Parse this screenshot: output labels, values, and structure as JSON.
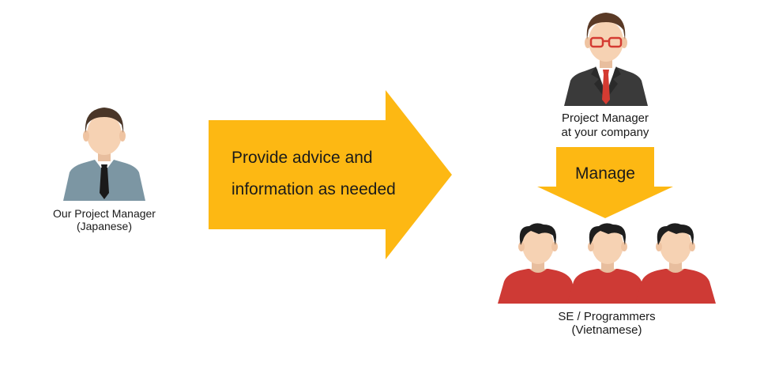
{
  "colors": {
    "arrow": "#FDB813",
    "our_pm_shirt": "#7C96A3",
    "company_pm_suit": "#3A3A3A",
    "programmer_shirt": "#CE3A35",
    "skin": "#F6D2B3",
    "hair": "#4A3628",
    "programmer_hair": "#1E1E1E",
    "tie_company": "#D43B32",
    "glasses": "#D43B32"
  },
  "our_pm": {
    "icon": "businessman-icon",
    "caption_line1": "Our Project Manager",
    "caption_line2": "(Japanese)"
  },
  "main_arrow": {
    "line1": "Provide advice and",
    "line2": "information as needed"
  },
  "company_pm": {
    "icon": "businessman-glasses-icon",
    "caption_line1": "Project Manager",
    "caption_line2": "at your company"
  },
  "manage_arrow": {
    "label": "Manage"
  },
  "programmers": {
    "icon": "developer-icon",
    "count": 3,
    "caption_line1": "SE / Programmers",
    "caption_line2": "(Vietnamese)"
  }
}
